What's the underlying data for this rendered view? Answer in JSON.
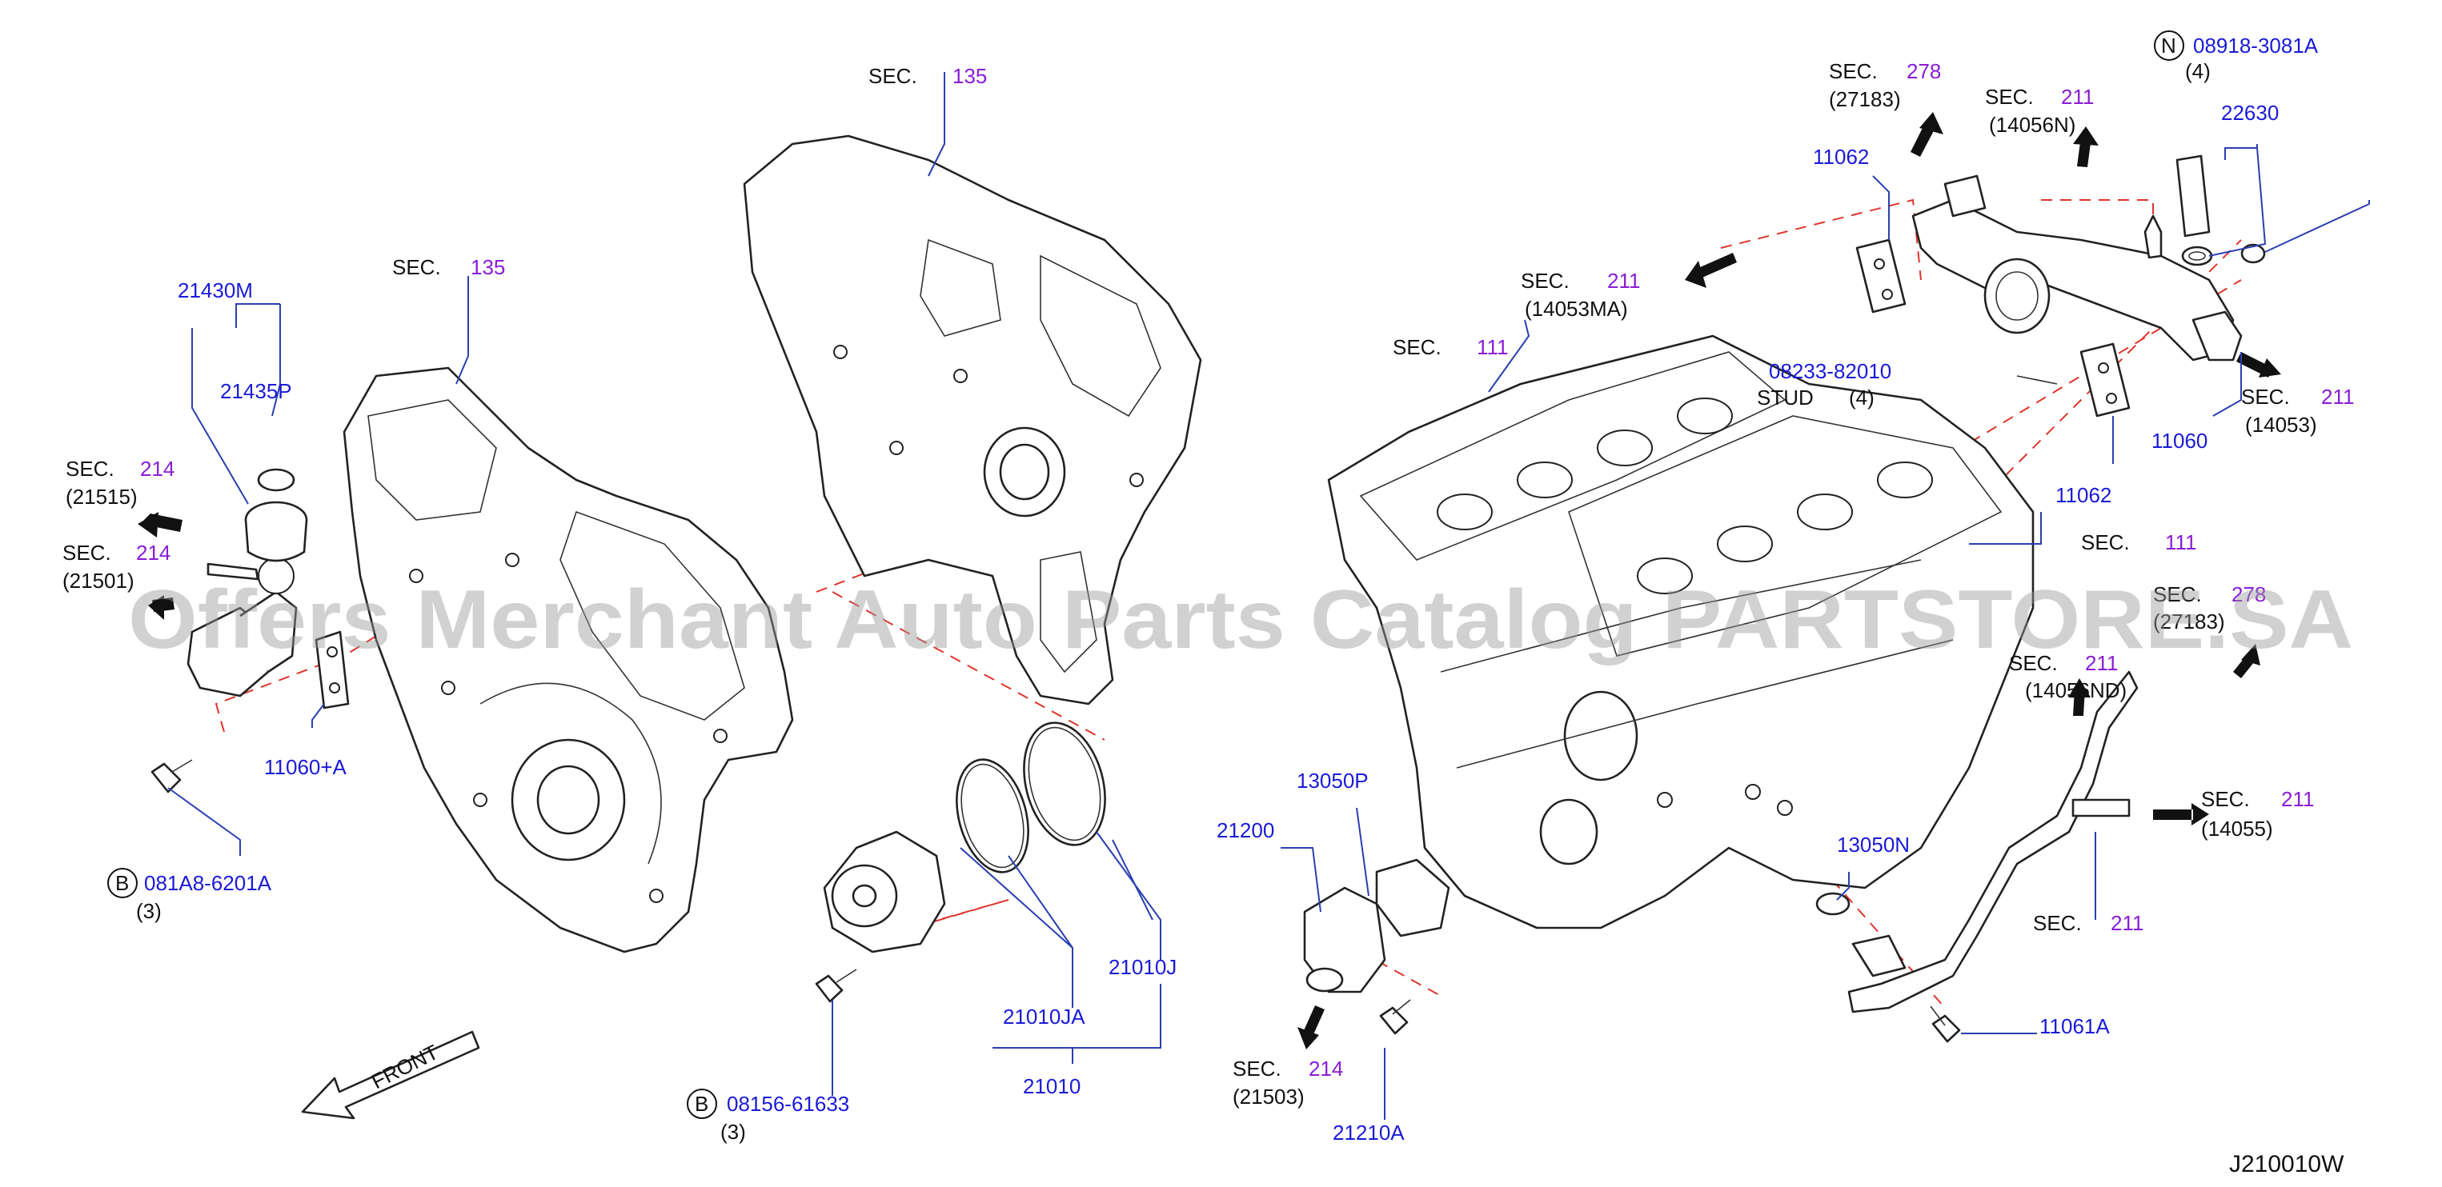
{
  "diagram_code": "J210010W",
  "watermark": "Offers Merchant Auto Parts Catalog PARTSTORE.SA",
  "front_label": "FRONT",
  "colors": {
    "part_number": "#1a1ad8",
    "section_number": "#8a1cd6",
    "leader": "#2a3fb0",
    "dashed_line": "#e0352b"
  },
  "sec_word": "SEC.",
  "sections": {
    "s135a": {
      "num": "135"
    },
    "s135b": {
      "num": "135"
    },
    "s214a": {
      "num": "214",
      "ref": "(21515)"
    },
    "s214b": {
      "num": "214",
      "ref": "(21501)"
    },
    "s214c": {
      "num": "214",
      "ref": "(21503)"
    },
    "s111a": {
      "num": "111"
    },
    "s111b": {
      "num": "111"
    },
    "s211a": {
      "num": "211",
      "ref": "(14053MA)"
    },
    "s211b": {
      "num": "211",
      "ref": "(14056N)"
    },
    "s211c": {
      "num": "211",
      "ref": "(14053)"
    },
    "s211d": {
      "num": "211",
      "ref": "(14056ND)"
    },
    "s211e": {
      "num": "211",
      "ref": "(14055)"
    },
    "s211f": {
      "num": "211"
    },
    "s278a": {
      "num": "278",
      "ref": "(27183)"
    },
    "s278b": {
      "num": "278",
      "ref": "(27183)"
    }
  },
  "parts": {
    "p21430M": "21430M",
    "p21435P": "21435P",
    "p11060A": "11060+A",
    "p081A8": "081A8-6201A",
    "p081A8_qty": "(3)",
    "p21010J": "21010J",
    "p21010JA": "21010JA",
    "p21010": "21010",
    "p08156": "08156-61633",
    "p08156_qty": "(3)",
    "p13050P": "13050P",
    "p21200": "21200",
    "p21210A": "21210A",
    "p11062a": "11062",
    "p11062b": "11062",
    "p08918": "08918-3081A",
    "p08918_qty": "(4)",
    "p22630": "22630",
    "p08233": "08233-82010",
    "p08233_stud": "STUD",
    "p08233_qty": "(4)",
    "p11060": "11060",
    "p13050N": "13050N",
    "p11061A": "11061A"
  },
  "circle_letters": {
    "b1": "B",
    "b2": "B",
    "n1": "N"
  }
}
